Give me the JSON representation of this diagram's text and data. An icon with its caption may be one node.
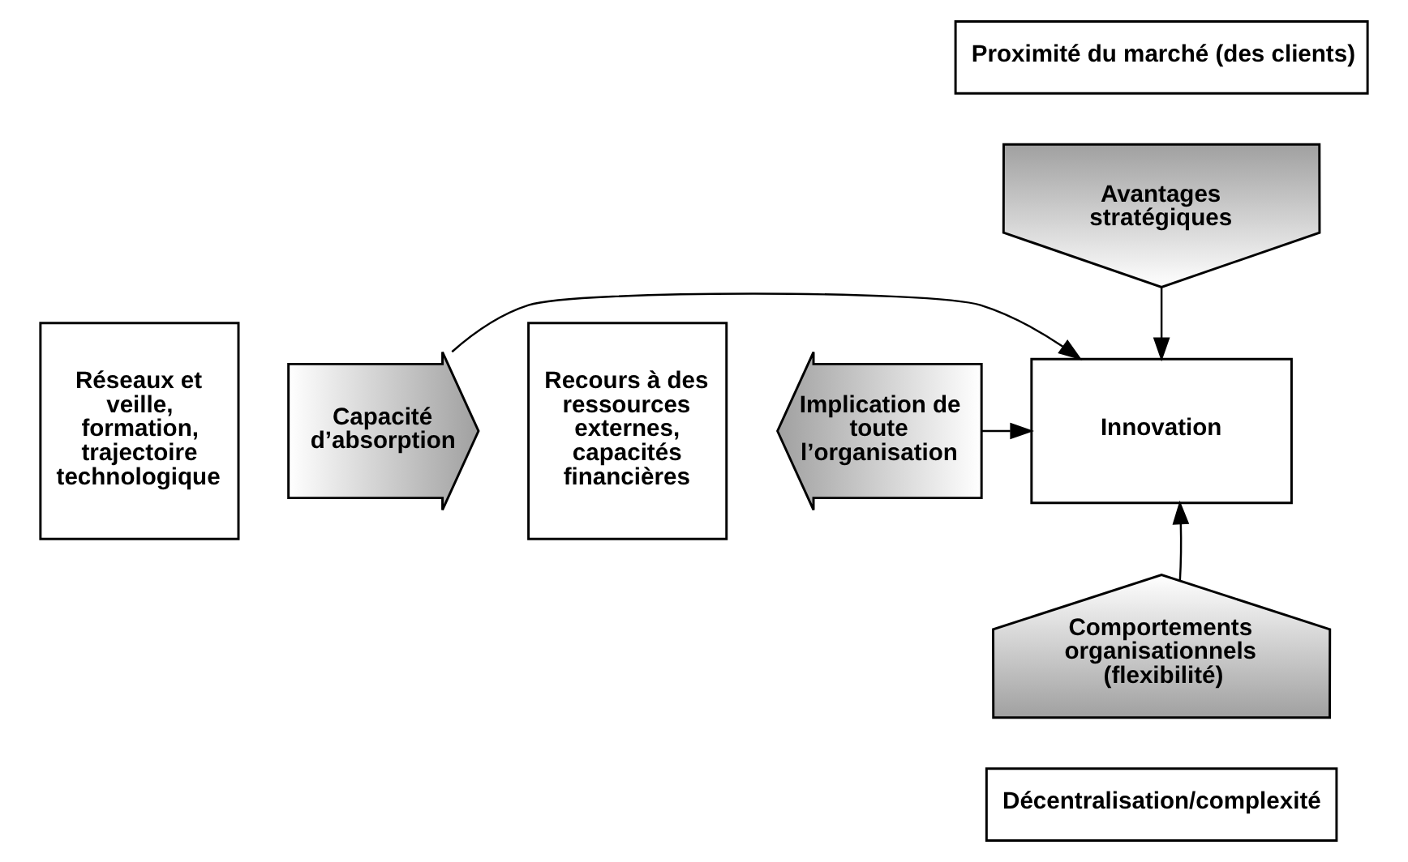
{
  "diagram": {
    "nodes": [
      {
        "text": [
          "Proximité du marché (des clients)"
        ]
      },
      {
        "text": [
          "Avantages stratégiques"
        ]
      },
      {
        "text": [
          "Réseaux et veille, formation, trajectoire technologique"
        ]
      },
      {
        "text": [
          "Capacité d’absorption"
        ]
      },
      {
        "text": [
          "Innovation"
        ]
      },
      {
        "text": [
          "Implication de toute l’organisation"
        ]
      },
      {
        "text": [
          "Recours à des ressources externes, capacités financières"
        ]
      },
      {
        "text": [
          "Comportements organisationnels (flexibilité)"
        ]
      },
      {
        "text": [
          "Décentralisation/complexité"
        ]
      }
    ],
    "edges": [
      {
        "from": 1,
        "to": 4,
        "arrow": "to"
      },
      {
        "from": 3,
        "to": 4,
        "arrow": "to"
      },
      {
        "from": 5,
        "to": 4,
        "arrow": "to"
      },
      {
        "from": 7,
        "to": 4,
        "arrow": "to"
      }
    ]
  }
}
